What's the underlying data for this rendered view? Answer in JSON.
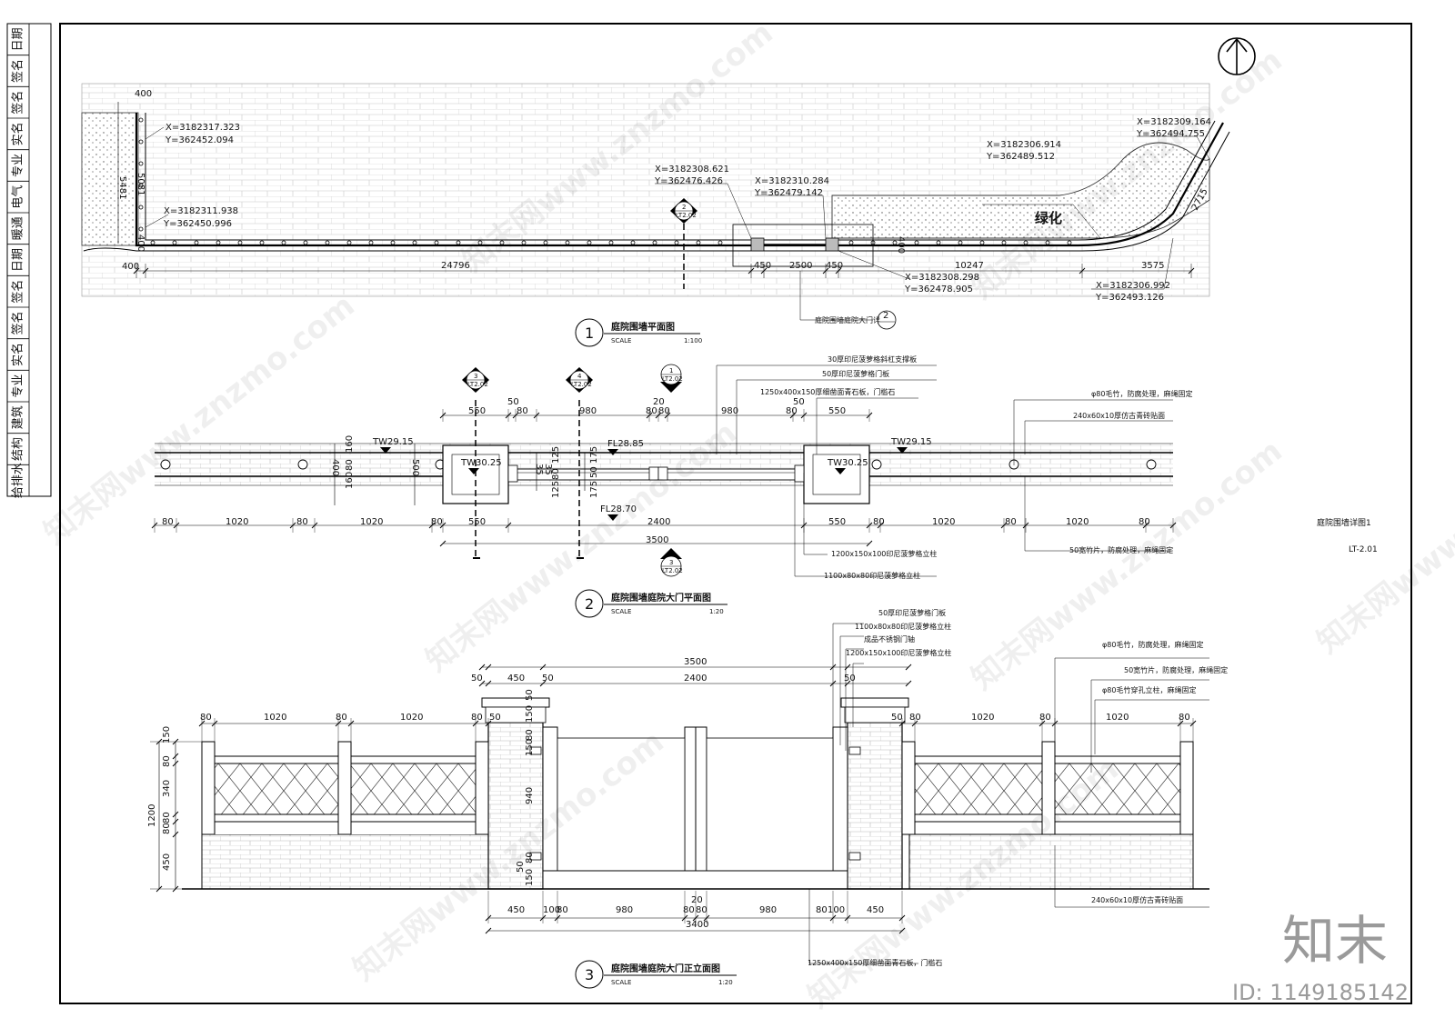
{
  "north_arrow": "north-arrow",
  "plan1": {
    "coords": [
      {
        "x": "X=3182317.323",
        "y": "Y=362452.094"
      },
      {
        "x": "X=3182311.938",
        "y": "Y=362450.996"
      },
      {
        "x": "X=3182308.621",
        "y": "Y=362476.426"
      },
      {
        "x": "X=3182310.284",
        "y": "Y=362479.142"
      },
      {
        "x": "X=3182308.298",
        "y": "Y=362478.905"
      },
      {
        "x": "X=3182306.914",
        "y": "Y=362489.512"
      },
      {
        "x": "X=3182309.164",
        "y": "Y=362494.755"
      },
      {
        "x": "X=3182306.992",
        "y": "Y=362493.126"
      }
    ],
    "dims": [
      "400",
      "5081",
      "5481",
      "400",
      "400",
      "24796",
      "450",
      "2500",
      "450",
      "10247",
      "3575",
      "2715",
      "400"
    ],
    "greenery_label": "绿化",
    "callout_label": "庭院围墙庭院大门详",
    "callout_num": "2",
    "section_marker": {
      "num": "2",
      "ref": "LT2.02"
    },
    "title_num": "1",
    "title": "庭院围墙平面图",
    "scale_label": "SCALE",
    "scale": "1:100"
  },
  "plan2": {
    "markers": [
      {
        "num": "3",
        "ref": "LT2.02"
      },
      {
        "num": "4",
        "ref": "LT2.02"
      },
      {
        "num": "1",
        "ref": "LT2.02"
      },
      {
        "num": "3",
        "ref": "LT2.02"
      }
    ],
    "top_dims": [
      "550",
      "50",
      "80",
      "980",
      "20",
      "80",
      "80",
      "980",
      "80",
      "50",
      "550"
    ],
    "bottom_dims": [
      "80",
      "1020",
      "80",
      "1020",
      "80",
      "550",
      "2400",
      "550",
      "1020",
      "80",
      "1020",
      "80",
      "80",
      "3500"
    ],
    "side_dims": [
      "400",
      "160",
      "80",
      "160",
      "500",
      "35",
      "35",
      "125",
      "80",
      "125",
      "175",
      "50",
      "175"
    ],
    "levels": [
      "TW29.15",
      "TW30.25",
      "FL28.85",
      "FL28.70",
      "TW30.25",
      "TW29.15"
    ],
    "notes": [
      "30厚印尼菠萝格斜杠支撑板",
      "50厚印尼菠萝格门板",
      "1250x400x150厚细凿面青石板，门槛石",
      "φ80毛竹，防腐处理，麻绳固定",
      "240x60x10厚仿古青砖贴面",
      "50宽竹片，防腐处理，麻绳固定",
      "1200x150x100印尼菠萝格立柱",
      "1100x80x80印尼菠萝格立柱"
    ],
    "title_num": "2",
    "title": "庭院围墙庭院大门平面图",
    "scale_label": "SCALE",
    "scale": "1:20"
  },
  "elev3": {
    "top_dims": [
      "3500",
      "50",
      "450",
      "50",
      "2400",
      "50",
      "80",
      "1020",
      "80",
      "1020",
      "80",
      "50",
      "50",
      "80",
      "1020",
      "80",
      "1020",
      "80"
    ],
    "left_dims": [
      "150",
      "80",
      "340",
      "80",
      "80",
      "450",
      "1200"
    ],
    "inner_dims": [
      "50",
      "150",
      "80",
      "150",
      "940",
      "50",
      "150",
      "80"
    ],
    "bottom_dims": [
      "450",
      "100",
      "80",
      "980",
      "20",
      "80",
      "80",
      "980",
      "80",
      "100",
      "450",
      "3400"
    ],
    "notes": [
      "50厚印尼菠萝格门板",
      "1100x80x80印尼菠萝格立柱",
      "成品不锈钢门轴",
      "1200x150x100印尼菠萝格立柱",
      "φ80毛竹，防腐处理，麻绳固定",
      "50宽竹片，防腐处理，麻绳固定",
      "φ80毛竹穿孔立柱，麻绳固定",
      "240x60x10厚仿古青砖贴面",
      "1250x400x150厚细凿面青石板，门槛石"
    ],
    "title_num": "3",
    "title": "庭院围墙庭院大门正立面图",
    "scale_label": "SCALE",
    "scale": "1:20"
  },
  "sheet": {
    "name": "庭院围墙详图1",
    "number": "LT-2.01"
  },
  "sidebar": [
    "日期",
    "签名",
    "签名",
    "实名",
    "专业",
    "电气",
    "暖通",
    "日期",
    "签名",
    "签名",
    "实名",
    "专业",
    "建筑",
    "结构",
    "给排水"
  ],
  "watermark": {
    "text": "知末网www.znzmo.com",
    "logo": "知末",
    "id": "ID: 1149185142"
  }
}
